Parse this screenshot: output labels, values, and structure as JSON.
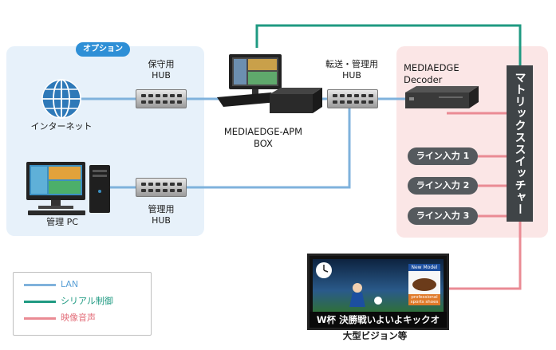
{
  "option_badge": "オプション",
  "nodes": {
    "internet": "インターネット",
    "hub_maintenance": [
      "保守用",
      "HUB"
    ],
    "hub_transfer": [
      "転送・管理用",
      "HUB"
    ],
    "hub_management": [
      "管理用",
      "HUB"
    ],
    "admin_pc": "管理 PC",
    "apm_box": [
      "MEDIAEDGE-APM",
      "BOX"
    ],
    "decoder": [
      "MEDIAEDGE",
      "Decoder"
    ],
    "matrix_switcher": "マトリックススイッチャー",
    "line_inputs": [
      "ライン入力 1",
      "ライン入力 2",
      "ライン入力 3"
    ],
    "big_vision": "大型ビジョン等",
    "screen_caption": "W杯 決勝戦いよいよキックオ",
    "screen_ad": [
      "New Model",
      "professional",
      "sports shoes"
    ]
  },
  "legend": [
    {
      "label": "LAN",
      "color": "#7fb2dc"
    },
    {
      "label": "シリアル制御",
      "color": "#1f9a82"
    },
    {
      "label": "映像音声",
      "color": "#ea8b94"
    }
  ],
  "colors": {
    "lan": "#7fb2dc",
    "serial": "#1f9a82",
    "av": "#ea8b94",
    "panel_left": "#e7f1fa",
    "panel_right": "#fbe6e6",
    "badge": "#2e8fd6",
    "dark_box": "#3f4447"
  }
}
